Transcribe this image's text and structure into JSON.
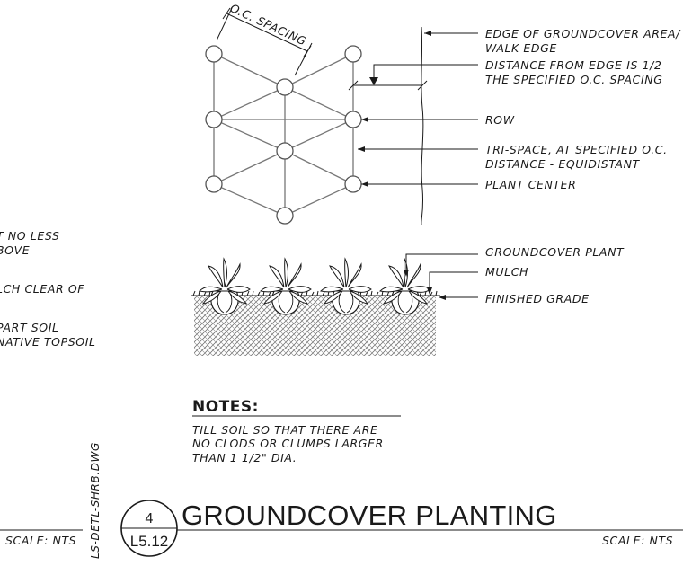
{
  "spacing_label": "O.C. SPACING",
  "callouts": {
    "edge_1": "EDGE OF GROUNDCOVER AREA/",
    "edge_2": "WALK EDGE",
    "dist_1": "DISTANCE FROM EDGE IS 1/2",
    "dist_2": "THE SPECIFIED O.C. SPACING",
    "row": "ROW",
    "tri_1": "TRI-SPACE, AT SPECIFIED O.C.",
    "tri_2": "DISTANCE - EQUIDISTANT",
    "center": "PLANT CENTER",
    "plant": "GROUNDCOVER PLANT",
    "mulch": "MULCH",
    "grade": "FINISHED GRADE"
  },
  "left_notes": [
    "T NO LESS",
    "BOVE",
    "LCH CLEAR OF",
    "PART SOIL",
    "NATIVE TOPSOIL"
  ],
  "notes": {
    "heading": "NOTES:",
    "lines": [
      "TILL SOIL SO THAT THERE ARE",
      "NO CLODS OR CLUMPS LARGER",
      "THAN 1 1/2\" DIA."
    ]
  },
  "file_name": "LS-DETL-SHRB.DWG",
  "title": {
    "detail_number": "4",
    "sheet_number": "L5.12",
    "name": "GROUNDCOVER PLANTING"
  },
  "scale_left": "SCALE: NTS",
  "scale_right": "SCALE: NTS",
  "colors": {
    "ink": "#1a1a1a",
    "grid": "#777777"
  }
}
